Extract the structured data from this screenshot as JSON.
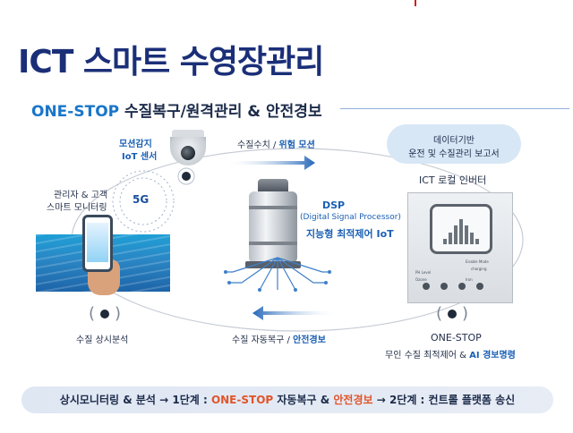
{
  "title": "ICT 스마트 수영장관리",
  "subhead": {
    "accent": "ONE-STOP",
    "rest": " 수질복구/원격관리 & 안전경보"
  },
  "nodes": {
    "motion_sensor": [
      "모션감지",
      "IoT 센서"
    ],
    "manager_monitoring": [
      "관리자 & 고객",
      "스마트 모니터링"
    ],
    "network": "5G",
    "dsp": {
      "title": "DSP",
      "subtitle": "(Digital Signal Processor)",
      "desc": "지능형 최적제어 IoT"
    },
    "inverter": {
      "title": "ICT 로컬 인버터",
      "panel_labels": [
        "Enable Mode",
        "charging",
        "PH Level",
        "Ozone",
        "Iron"
      ]
    },
    "data_report": [
      "데이터기반",
      "운전 및 수질관리 보고서"
    ],
    "water_analysis": "수질 상시분석",
    "one_stop": {
      "title": "ONE-STOP",
      "prefix": "무인 수질 최적제어 & ",
      "highlight": "AI 경보명령"
    }
  },
  "flows": {
    "top": {
      "prefix": "수질수치 / ",
      "highlight": "위험 모션"
    },
    "bottom": {
      "prefix": "수질 자동복구 / ",
      "highlight": "안전경보"
    }
  },
  "bottom_bar": {
    "part1": "상시모니터링 & 분석 → 1단계 : ",
    "part2": "ONE-STOP",
    "part3": " 자동복구 & ",
    "part4": "안전경보",
    "part5": " → 2단계 : 컨트롤 플랫폼 송신"
  },
  "colors": {
    "title": "#1b2f78",
    "accent_blue": "#1976c9",
    "highlight_red": "#e0552b",
    "arrow_blue": "#2467b9"
  }
}
